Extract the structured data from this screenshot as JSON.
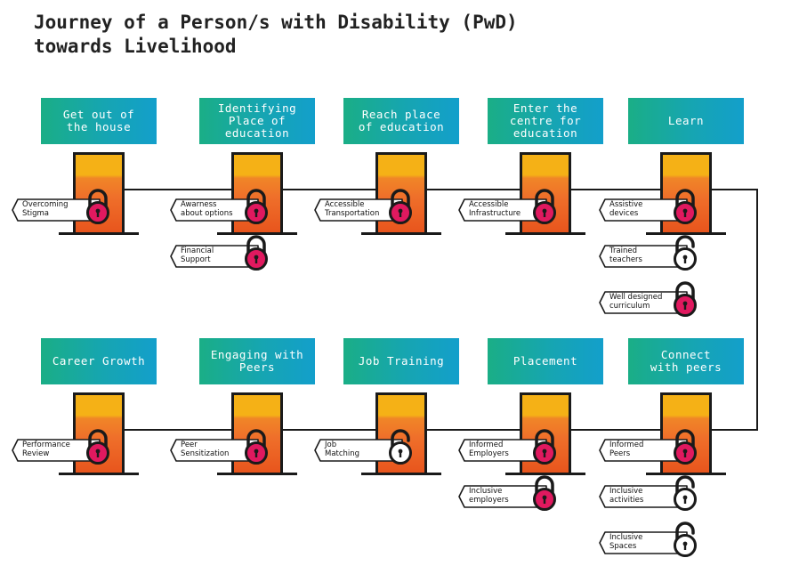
{
  "title": "Journey of a Person/s with Disability (PwD)\ntowards Livelihood",
  "colors": {
    "stage_box": "#18a9a4",
    "door_top": "#f5b116",
    "door_bottom": "#e8551d",
    "lock_locked": "#e0195f",
    "lock_unlocked": "#ffffff",
    "line": "#1a1a1a"
  },
  "rows": [
    {
      "stages": [
        {
          "label": "Get out of\nthe house",
          "barriers": [
            {
              "label": "Overcoming\nStigma",
              "locked": true
            }
          ]
        },
        {
          "label": "Identifying\nPlace of\neducation",
          "barriers": [
            {
              "label": "Awarness\nabout options",
              "locked": true
            },
            {
              "label": "Financial\nSupport",
              "locked": true
            }
          ]
        },
        {
          "label": "Reach place\nof education",
          "barriers": [
            {
              "label": "Accessible\nTransportation",
              "locked": true
            }
          ]
        },
        {
          "label": "Enter the\ncentre for\neducation",
          "barriers": [
            {
              "label": "Accessible\nInfrastructure",
              "locked": true
            }
          ]
        },
        {
          "label": "Learn",
          "barriers": [
            {
              "label": "Assistive\ndevices",
              "locked": true
            },
            {
              "label": "Trained\nteachers",
              "locked": false
            },
            {
              "label": "Well designed\ncurriculum",
              "locked": true
            }
          ]
        }
      ]
    },
    {
      "stages": [
        {
          "label": "Career Growth",
          "barriers": [
            {
              "label": "Performance\nReview",
              "locked": true
            }
          ]
        },
        {
          "label": "Engaging with\nPeers",
          "barriers": [
            {
              "label": "Peer\nSensitization",
              "locked": true
            }
          ]
        },
        {
          "label": "Job Training",
          "barriers": [
            {
              "label": "Job\nMatching",
              "locked": false
            }
          ]
        },
        {
          "label": "Placement",
          "barriers": [
            {
              "label": "Informed\nEmployers",
              "locked": true
            },
            {
              "label": "Inclusive\nemployers",
              "locked": true
            }
          ]
        },
        {
          "label": "Connect\nwith peers",
          "barriers": [
            {
              "label": "Informed\nPeers",
              "locked": true
            },
            {
              "label": "Inclusive\nactivities",
              "locked": false
            },
            {
              "label": "Inclusive\nSpaces",
              "locked": false
            }
          ]
        }
      ]
    }
  ]
}
